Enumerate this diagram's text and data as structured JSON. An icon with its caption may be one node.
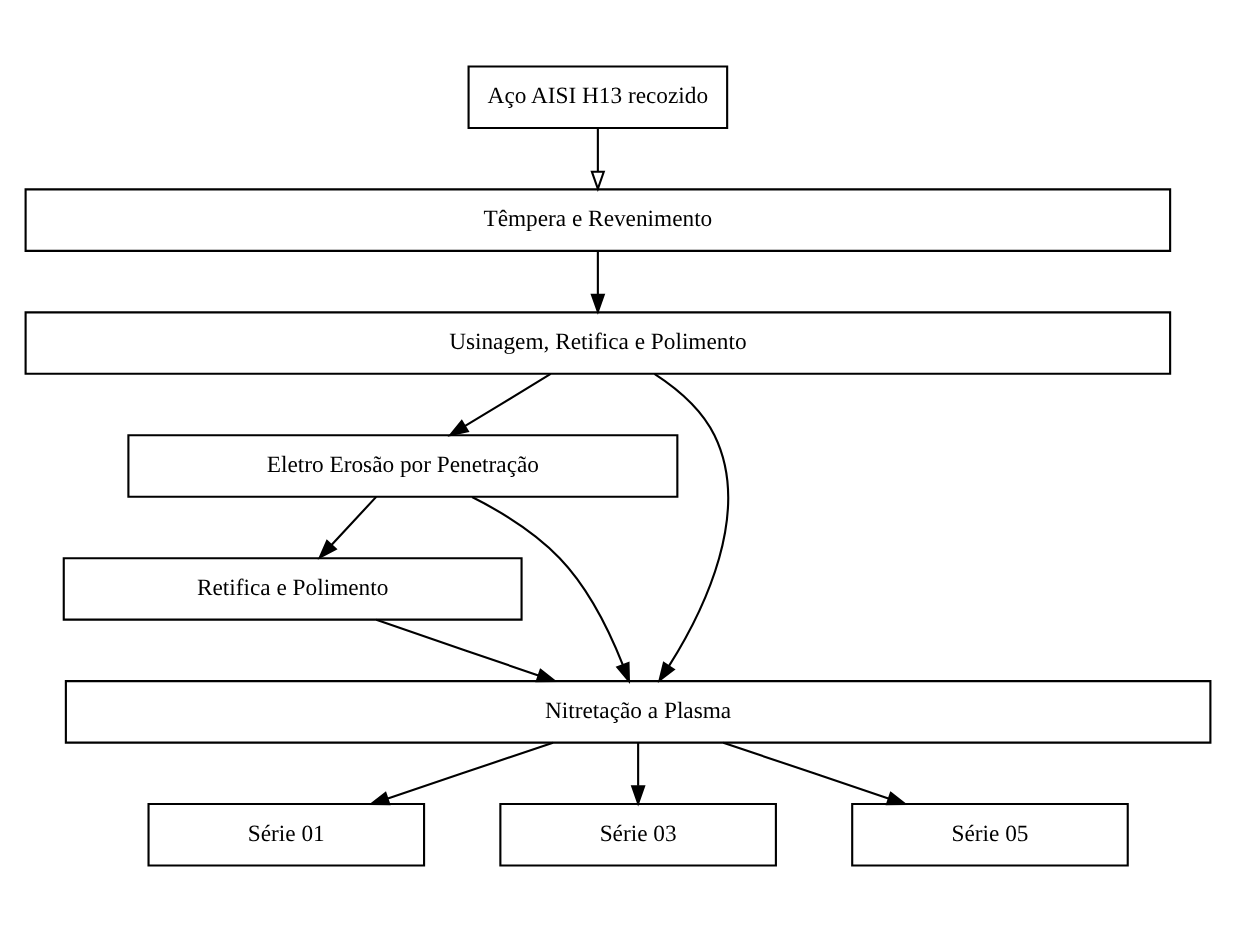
{
  "diagram": {
    "nodes": [
      {
        "text": [
          "Aço AISI H13 recozido"
        ]
      },
      {
        "text": [
          "Têmpera e Revenimento"
        ]
      },
      {
        "text": [
          "Usinagem, Retifica e Polimento"
        ]
      },
      {
        "text": [
          "Eletro Erosão por Penetração"
        ]
      },
      {
        "text": [
          "Retifica e Polimento"
        ]
      },
      {
        "text": [
          "Nitretação a Plasma"
        ]
      },
      {
        "text": [
          "Série 01"
        ]
      },
      {
        "text": [
          "Série 03"
        ]
      },
      {
        "text": [
          "Série 05"
        ]
      }
    ],
    "edges": [
      {
        "from": 0,
        "to": 1,
        "arrow": "to"
      },
      {
        "from": 1,
        "to": 2,
        "arrow": "to"
      },
      {
        "from": 2,
        "to": 3,
        "arrow": "to"
      },
      {
        "from": 2,
        "to": 5,
        "arrow": "to"
      },
      {
        "from": 3,
        "to": 5,
        "arrow": "to"
      },
      {
        "from": 3,
        "to": 4,
        "arrow": "to"
      },
      {
        "from": 4,
        "to": 5,
        "arrow": "to"
      },
      {
        "from": 5,
        "to": 6,
        "arrow": "to"
      },
      {
        "from": 5,
        "to": 7,
        "arrow": "to"
      },
      {
        "from": 5,
        "to": 8,
        "arrow": "to"
      }
    ]
  }
}
